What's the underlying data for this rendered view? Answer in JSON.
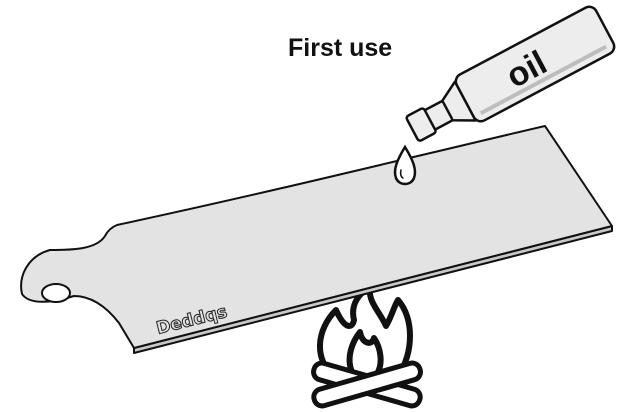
{
  "heading": "First use",
  "bottle_label": "oil",
  "brand_mark": "Deddqs",
  "colors": {
    "outline": "#111111",
    "board_fill": "#e3e3e3",
    "bottle_fill": "#ededed",
    "background": "#ffffff"
  },
  "icons": [
    "oil-bottle-icon",
    "oil-drop-icon",
    "campfire-flame-icon",
    "crossed-logs-icon"
  ]
}
